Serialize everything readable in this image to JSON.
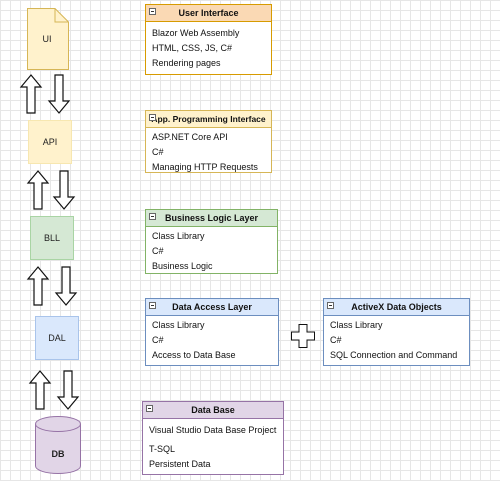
{
  "layers": [
    {
      "key": "ui",
      "label": "UI",
      "icon": "document-icon"
    },
    {
      "key": "api",
      "label": "API"
    },
    {
      "key": "bll",
      "label": "BLL"
    },
    {
      "key": "dal",
      "label": "DAL"
    },
    {
      "key": "db",
      "label": "DB",
      "icon": "database-icon"
    }
  ],
  "cards": {
    "ui": {
      "title": "User Interface",
      "rows": [
        "Blazor Web Assembly",
        "HTML, CSS, JS, C#",
        "Rendering pages"
      ]
    },
    "api": {
      "title": "App. Programming Interface",
      "rows": [
        "ASP.NET Core API",
        "C#",
        "Managing HTTP Requests"
      ]
    },
    "bll": {
      "title": "Business Logic Layer",
      "rows": [
        "Class Library",
        "C#",
        "Business Logic"
      ]
    },
    "dal": {
      "title": "Data Access Layer",
      "rows": [
        "Class Library",
        "C#",
        "Access to Data Base"
      ]
    },
    "ado": {
      "title": "ActiveX Data Objects",
      "rows": [
        "Class Library",
        "C#",
        "SQL Connection and Command"
      ]
    },
    "db": {
      "title": "Data Base",
      "rows": [
        "Visual Studio Data Base Project",
        "T-SQL",
        "Persistent Data"
      ]
    }
  },
  "colors": {
    "ui_fill": "#fff2cc",
    "ui_stroke": "#d6b656",
    "api_fill": "#fff2cc",
    "api_stroke": "#f7e7b0",
    "bll_fill": "#d5e8d4",
    "bll_stroke": "#a9d4a4",
    "dal_fill": "#dae8fc",
    "dal_stroke": "#a9c4eb",
    "db_fill": "#e1d5e7",
    "db_stroke": "#9673a6",
    "ui_header": "#fad9b4",
    "ui_border": "#d79b00",
    "bll_border": "#82b366",
    "dal_border": "#6c8ebf",
    "db_border": "#9673a6"
  },
  "icons": [
    "arrow-up-icon",
    "arrow-down-icon",
    "plus-icon",
    "collapse-icon"
  ]
}
